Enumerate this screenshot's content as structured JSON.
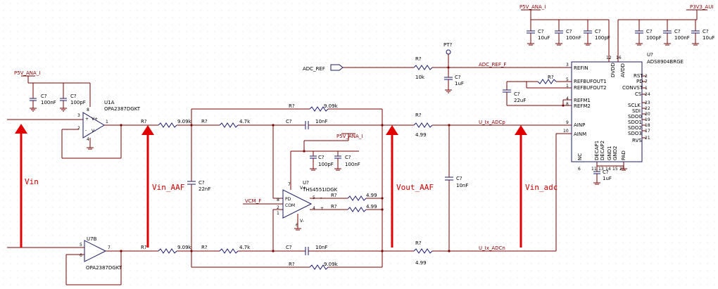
{
  "colors": {
    "wire": "#7a0000",
    "part": "#1a1a6b",
    "arrow": "#e00000",
    "bg": "#ffffff",
    "grid": "#c8c8c8"
  },
  "power": {
    "p5v_left": "P5V_ANA_I",
    "p5v_top": "P5V_ANA_I",
    "p5v_mid": "P5V_ANA_I",
    "p3v3": "P3V3_AUI"
  },
  "refs": {
    "cap": "C?",
    "res": "R?",
    "u1a": "U1A",
    "u7b": "U7B",
    "u_fda": "U?",
    "u_adc": "U?",
    "pt": "PT?"
  },
  "parts": {
    "opamp_top": "OPA2387DGKT",
    "opamp_bot": "OPA2387DGKT",
    "fda": "THS4551IDGK",
    "adc": "ADS8904BRGE"
  },
  "values": {
    "c100nf": "100nF",
    "c100pf": "100pF",
    "c10uf": "10uF",
    "c22nf": "22nF",
    "c1uf": "1uF",
    "c22uf": "22uF",
    "c10nf": "10nF",
    "r909k": "9.09k",
    "r47k": "4.7k",
    "r499": "4.99",
    "r10k": "10k"
  },
  "nets": {
    "adc_ref": "ADC_REF",
    "adc_ref_f": "ADC_REF_F",
    "vcm_f": "VCM_F",
    "u_ix_adcp": "U_Ix_ADCp",
    "u_ix_adcn": "U_Ix_ADCn"
  },
  "adc_pins": {
    "refin": "REFIN",
    "refbufout1": "REFBUFOUT1",
    "refbufout2": "REFBUFOUT2",
    "refm1": "REFM1",
    "refm2": "REFM2",
    "ainp": "AINP",
    "ainm": "AINM",
    "dvdd": "DVDD",
    "avdd": "AVDD",
    "rst": "RST",
    "pd": "PD",
    "convst": "CONVST",
    "cs": "CS",
    "sclk": "SCLK",
    "sdi": "SDI",
    "sdo0": "SDO0",
    "sdo1": "SDO1",
    "sdo2": "SDO2",
    "sdo3": "SDO3",
    "rvs": "RVS",
    "nc": "NC",
    "decap1": "DECAP1",
    "decap2": "DECAP2",
    "gnd1": "GND1",
    "gnd2": "GND2",
    "pad": "PAD"
  },
  "pin_numbers": {
    "n1": "1",
    "n2": "2",
    "n3": "3",
    "n4": "4",
    "n5": "5",
    "n6": "6",
    "n7": "7",
    "n8": "8",
    "n9": "9",
    "n10": "10",
    "n11": "11",
    "n12": "12",
    "n13": "13",
    "n14": "14",
    "n15": "15",
    "n16": "16",
    "n17": "17",
    "n18": "18",
    "n19": "19",
    "n20": "20",
    "n21": "21",
    "n22": "22",
    "n23": "23",
    "n24": "24",
    "n25": "25"
  },
  "pins_misc": {
    "vplus": "V+",
    "vminus": "V-",
    "pd": "PD",
    "com": "COM",
    "plus": "+",
    "minus": "-"
  },
  "annotations": {
    "vin": "Vin",
    "vin_aaf": "Vin_AAF",
    "vout_aaf": "Vout_AAF",
    "vin_adc": "Vin_adc"
  }
}
